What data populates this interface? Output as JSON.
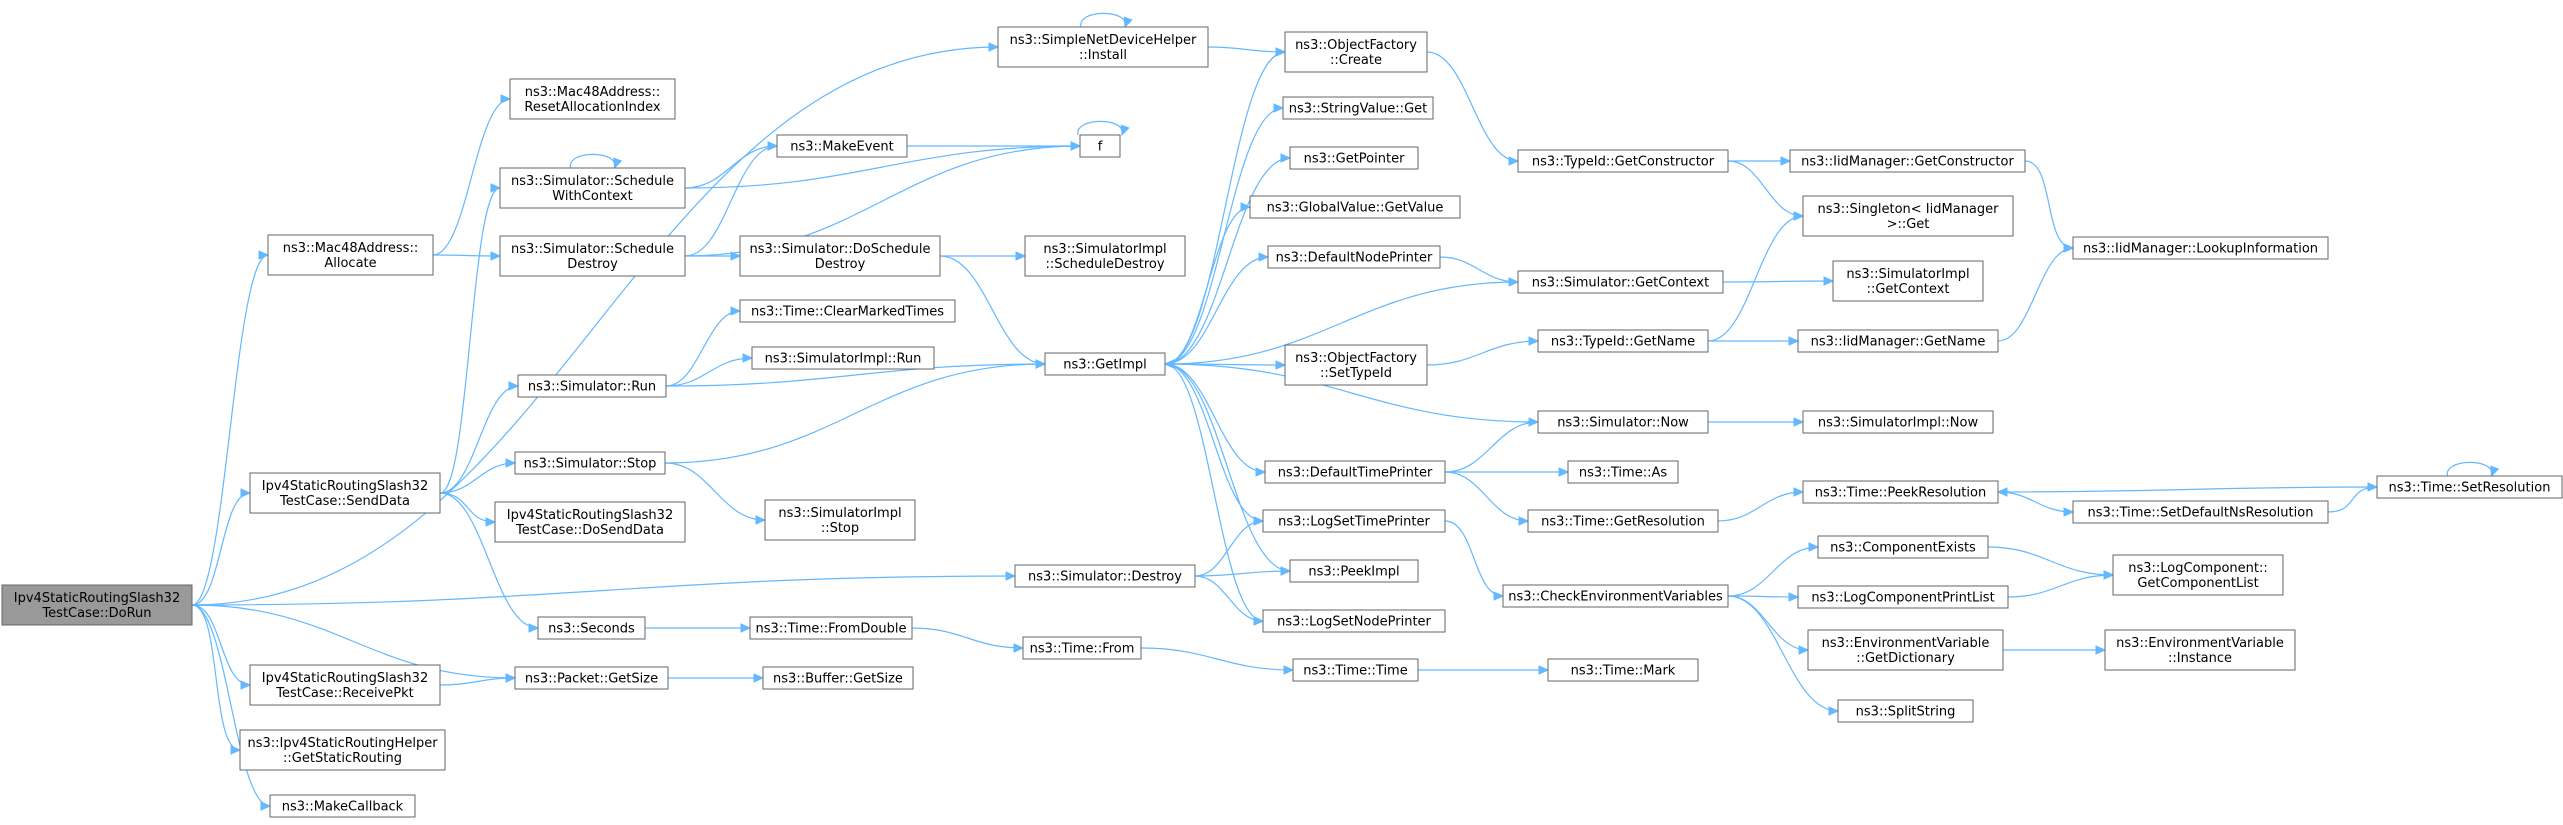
{
  "diagram": {
    "colors": {
      "edge": "#63b8ff",
      "node_border": "#666666",
      "node_fill": "#ffffff",
      "root_fill": "#999999",
      "background": "#ffffff"
    },
    "nodes": [
      {
        "id": "root",
        "lines": [
          "Ipv4StaticRoutingSlash32",
          "TestCase::DoRun"
        ],
        "root": true
      },
      {
        "id": "sndhInstall",
        "lines": [
          "ns3::SimpleNetDeviceHelper",
          "::Install"
        ]
      },
      {
        "id": "macReset",
        "lines": [
          "ns3::Mac48Address::",
          "ResetAllocationIndex"
        ]
      },
      {
        "id": "macAlloc",
        "lines": [
          "ns3::Mac48Address::",
          "Allocate"
        ]
      },
      {
        "id": "schedCtx",
        "lines": [
          "ns3::Simulator::Schedule",
          "WithContext"
        ]
      },
      {
        "id": "schedDestroy",
        "lines": [
          "ns3::Simulator::Schedule",
          "Destroy"
        ]
      },
      {
        "id": "makeEvent",
        "lines": [
          "ns3::MakeEvent"
        ]
      },
      {
        "id": "f",
        "lines": [
          "f"
        ]
      },
      {
        "id": "doSchedDestroy",
        "lines": [
          "ns3::Simulator::DoSchedule",
          "Destroy"
        ]
      },
      {
        "id": "implSchedDestroy",
        "lines": [
          "ns3::SimulatorImpl",
          "::ScheduleDestroy"
        ]
      },
      {
        "id": "clearMarked",
        "lines": [
          "ns3::Time::ClearMarkedTimes"
        ]
      },
      {
        "id": "implRun",
        "lines": [
          "ns3::SimulatorImpl::Run"
        ]
      },
      {
        "id": "simRun",
        "lines": [
          "ns3::Simulator::Run"
        ]
      },
      {
        "id": "getImpl",
        "lines": [
          "ns3::GetImpl"
        ]
      },
      {
        "id": "sendData",
        "lines": [
          "Ipv4StaticRoutingSlash32",
          "TestCase::SendData"
        ]
      },
      {
        "id": "simStop",
        "lines": [
          "ns3::Simulator::Stop"
        ]
      },
      {
        "id": "doSendData",
        "lines": [
          "Ipv4StaticRoutingSlash32",
          "TestCase::DoSendData"
        ]
      },
      {
        "id": "implStop",
        "lines": [
          "ns3::SimulatorImpl",
          "::Stop"
        ]
      },
      {
        "id": "seconds",
        "lines": [
          "ns3::Seconds"
        ]
      },
      {
        "id": "fromDouble",
        "lines": [
          "ns3::Time::FromDouble"
        ]
      },
      {
        "id": "timeFrom",
        "lines": [
          "ns3::Time::From"
        ]
      },
      {
        "id": "receivePkt",
        "lines": [
          "Ipv4StaticRoutingSlash32",
          "TestCase::ReceivePkt"
        ]
      },
      {
        "id": "pktGetSize",
        "lines": [
          "ns3::Packet::GetSize"
        ]
      },
      {
        "id": "bufGetSize",
        "lines": [
          "ns3::Buffer::GetSize"
        ]
      },
      {
        "id": "getStaticRouting",
        "lines": [
          "ns3::Ipv4StaticRoutingHelper",
          "::GetStaticRouting"
        ]
      },
      {
        "id": "makeCallback",
        "lines": [
          "ns3::MakeCallback"
        ]
      },
      {
        "id": "simDestroy",
        "lines": [
          "ns3::Simulator::Destroy"
        ]
      },
      {
        "id": "ofCreate",
        "lines": [
          "ns3::ObjectFactory",
          "::Create"
        ]
      },
      {
        "id": "strValueGet",
        "lines": [
          "ns3::StringValue::Get"
        ]
      },
      {
        "id": "getPointer",
        "lines": [
          "ns3::GetPointer"
        ]
      },
      {
        "id": "globalGetValue",
        "lines": [
          "ns3::GlobalValue::GetValue"
        ]
      },
      {
        "id": "defNodePrinter",
        "lines": [
          "ns3::DefaultNodePrinter"
        ]
      },
      {
        "id": "ofSetTypeId",
        "lines": [
          "ns3::ObjectFactory",
          "::SetTypeId"
        ]
      },
      {
        "id": "defTimePrinter",
        "lines": [
          "ns3::DefaultTimePrinter"
        ]
      },
      {
        "id": "logSetTimePrinter",
        "lines": [
          "ns3::LogSetTimePrinter"
        ]
      },
      {
        "id": "peekImpl",
        "lines": [
          "ns3::PeekImpl"
        ]
      },
      {
        "id": "logSetNodePrinter",
        "lines": [
          "ns3::LogSetNodePrinter"
        ]
      },
      {
        "id": "timeTime",
        "lines": [
          "ns3::Time::Time"
        ]
      },
      {
        "id": "typeIdGetCtor",
        "lines": [
          "ns3::TypeId::GetConstructor"
        ]
      },
      {
        "id": "simGetContext",
        "lines": [
          "ns3::Simulator::GetContext"
        ]
      },
      {
        "id": "typeIdGetName",
        "lines": [
          "ns3::TypeId::GetName"
        ]
      },
      {
        "id": "simNow",
        "lines": [
          "ns3::Simulator::Now"
        ]
      },
      {
        "id": "timeAs",
        "lines": [
          "ns3::Time::As"
        ]
      },
      {
        "id": "timeGetRes",
        "lines": [
          "ns3::Time::GetResolution"
        ]
      },
      {
        "id": "checkEnv",
        "lines": [
          "ns3::CheckEnvironmentVariables"
        ]
      },
      {
        "id": "timeMark",
        "lines": [
          "ns3::Time::Mark"
        ]
      },
      {
        "id": "iidGetCtor",
        "lines": [
          "ns3::IidManager::GetConstructor"
        ]
      },
      {
        "id": "singletonGet",
        "lines": [
          "ns3::Singleton< IidManager",
          " >::Get"
        ]
      },
      {
        "id": "implGetContext",
        "lines": [
          "ns3::SimulatorImpl",
          "::GetContext"
        ]
      },
      {
        "id": "iidGetName",
        "lines": [
          "ns3::IidManager::GetName"
        ]
      },
      {
        "id": "implNow",
        "lines": [
          "ns3::SimulatorImpl::Now"
        ]
      },
      {
        "id": "peekRes",
        "lines": [
          "ns3::Time::PeekResolution"
        ]
      },
      {
        "id": "setDefNsRes",
        "lines": [
          "ns3::Time::SetDefaultNsResolution"
        ]
      },
      {
        "id": "setRes",
        "lines": [
          "ns3::Time::SetResolution"
        ]
      },
      {
        "id": "compExists",
        "lines": [
          "ns3::ComponentExists"
        ]
      },
      {
        "id": "logCompPrintList",
        "lines": [
          "ns3::LogComponentPrintList"
        ]
      },
      {
        "id": "envGetDict",
        "lines": [
          "ns3::EnvironmentVariable",
          "::GetDictionary"
        ]
      },
      {
        "id": "splitString",
        "lines": [
          "ns3::SplitString"
        ]
      },
      {
        "id": "logCompGetList",
        "lines": [
          "ns3::LogComponent::",
          "GetComponentList"
        ]
      },
      {
        "id": "envInstance",
        "lines": [
          "ns3::EnvironmentVariable",
          "::Instance"
        ]
      },
      {
        "id": "iidLookup",
        "lines": [
          "ns3::IidManager::LookupInformation"
        ]
      }
    ],
    "edges": [
      [
        "root",
        "sndhInstall"
      ],
      [
        "root",
        "macAlloc"
      ],
      [
        "root",
        "sendData"
      ],
      [
        "root",
        "simDestroy"
      ],
      [
        "root",
        "receivePkt"
      ],
      [
        "root",
        "pktGetSize"
      ],
      [
        "root",
        "getStaticRouting"
      ],
      [
        "root",
        "makeCallback"
      ],
      [
        "sndhInstall",
        "sndhInstall"
      ],
      [
        "sndhInstall",
        "ofCreate"
      ],
      [
        "macAlloc",
        "macReset"
      ],
      [
        "macAlloc",
        "schedDestroy"
      ],
      [
        "sendData",
        "schedCtx"
      ],
      [
        "sendData",
        "simRun"
      ],
      [
        "sendData",
        "simStop"
      ],
      [
        "sendData",
        "doSendData"
      ],
      [
        "sendData",
        "seconds"
      ],
      [
        "schedCtx",
        "schedCtx"
      ],
      [
        "schedCtx",
        "makeEvent"
      ],
      [
        "schedCtx",
        "f"
      ],
      [
        "schedDestroy",
        "makeEvent"
      ],
      [
        "schedDestroy",
        "f"
      ],
      [
        "schedDestroy",
        "doSchedDestroy"
      ],
      [
        "makeEvent",
        "f"
      ],
      [
        "f",
        "f"
      ],
      [
        "doSchedDestroy",
        "implSchedDestroy"
      ],
      [
        "doSchedDestroy",
        "getImpl"
      ],
      [
        "simRun",
        "clearMarked"
      ],
      [
        "simRun",
        "implRun"
      ],
      [
        "simRun",
        "getImpl"
      ],
      [
        "simStop",
        "getImpl"
      ],
      [
        "simStop",
        "implStop"
      ],
      [
        "seconds",
        "fromDouble"
      ],
      [
        "fromDouble",
        "timeFrom"
      ],
      [
        "timeFrom",
        "timeTime"
      ],
      [
        "timeTime",
        "timeMark"
      ],
      [
        "receivePkt",
        "pktGetSize"
      ],
      [
        "pktGetSize",
        "bufGetSize"
      ],
      [
        "simDestroy",
        "logSetTimePrinter"
      ],
      [
        "simDestroy",
        "peekImpl"
      ],
      [
        "simDestroy",
        "logSetNodePrinter"
      ],
      [
        "getImpl",
        "ofCreate"
      ],
      [
        "getImpl",
        "strValueGet"
      ],
      [
        "getImpl",
        "getPointer"
      ],
      [
        "getImpl",
        "globalGetValue"
      ],
      [
        "getImpl",
        "defNodePrinter"
      ],
      [
        "getImpl",
        "ofSetTypeId"
      ],
      [
        "getImpl",
        "defTimePrinter"
      ],
      [
        "getImpl",
        "logSetTimePrinter"
      ],
      [
        "getImpl",
        "peekImpl"
      ],
      [
        "getImpl",
        "logSetNodePrinter"
      ],
      [
        "ofCreate",
        "typeIdGetCtor"
      ],
      [
        "defNodePrinter",
        "simGetContext"
      ],
      [
        "ofSetTypeId",
        "typeIdGetName"
      ],
      [
        "defTimePrinter",
        "simNow"
      ],
      [
        "defTimePrinter",
        "timeAs"
      ],
      [
        "defTimePrinter",
        "timeGetRes"
      ],
      [
        "logSetTimePrinter",
        "checkEnv"
      ],
      [
        "typeIdGetCtor",
        "iidGetCtor"
      ],
      [
        "typeIdGetCtor",
        "singletonGet"
      ],
      [
        "simGetContext",
        "getImpl"
      ],
      [
        "simGetContext",
        "implGetContext"
      ],
      [
        "typeIdGetName",
        "singletonGet"
      ],
      [
        "typeIdGetName",
        "iidGetName"
      ],
      [
        "simNow",
        "getImpl"
      ],
      [
        "simNow",
        "implNow"
      ],
      [
        "timeGetRes",
        "peekRes"
      ],
      [
        "checkEnv",
        "compExists"
      ],
      [
        "checkEnv",
        "logCompPrintList"
      ],
      [
        "checkEnv",
        "envGetDict"
      ],
      [
        "checkEnv",
        "splitString"
      ],
      [
        "iidGetCtor",
        "iidLookup"
      ],
      [
        "iidGetName",
        "iidLookup"
      ],
      [
        "peekRes",
        "setDefNsRes"
      ],
      [
        "setDefNsRes",
        "setRes"
      ],
      [
        "setRes",
        "setRes"
      ],
      [
        "setRes",
        "peekRes"
      ],
      [
        "compExists",
        "logCompGetList"
      ],
      [
        "logCompPrintList",
        "logCompGetList"
      ],
      [
        "envGetDict",
        "envInstance"
      ]
    ]
  }
}
